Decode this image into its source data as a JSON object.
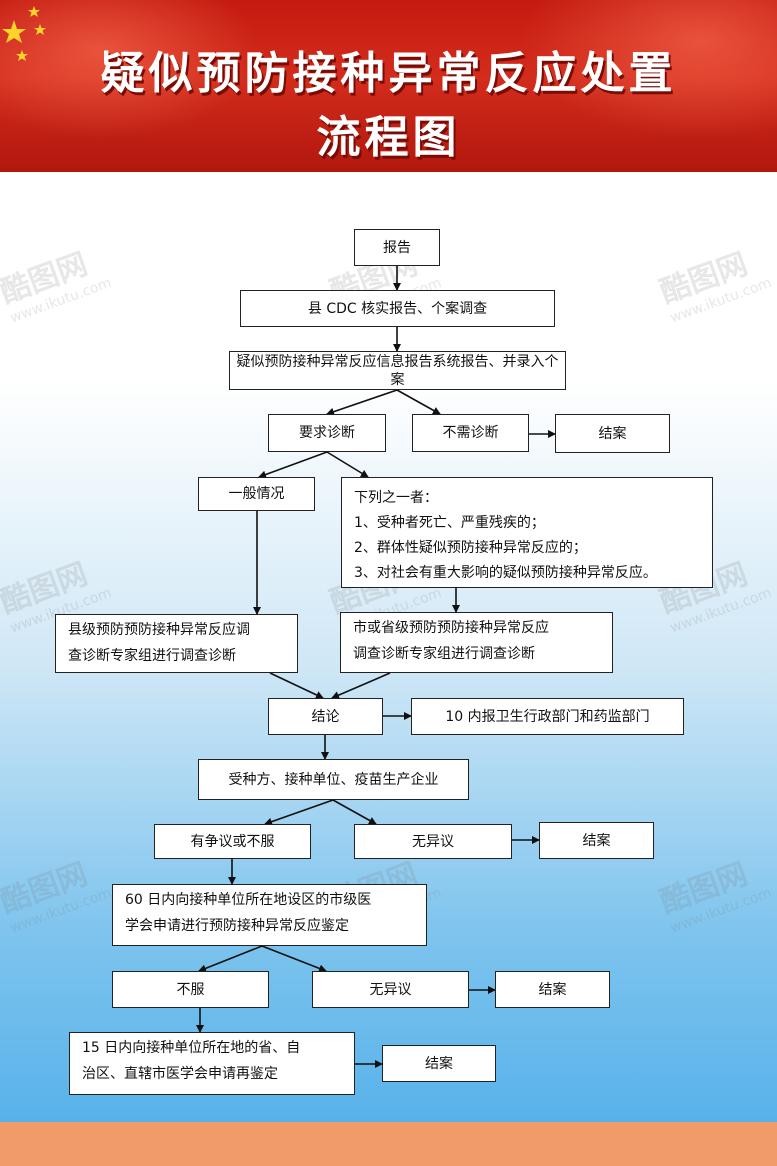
{
  "title": {
    "line1": "疑似预防接种异常反应处置",
    "line2": "流程图"
  },
  "watermark": {
    "brand": "酷图网",
    "url": "www.ikutu.com"
  },
  "colors": {
    "header_red": "#c41a10",
    "footer_orange": "#f19a6a",
    "background_blue": "#58b2ea",
    "box_border": "#222222"
  },
  "flow": {
    "report": "报告",
    "county_check": "县 CDC 核实报告、个案调查",
    "system_entry": "疑似预防接种异常反应信息报告系统报告、并录入个案",
    "need_diagnosis": "要求诊断",
    "no_diagnosis": "不需诊断",
    "close_1": "结案",
    "general": "一般情况",
    "serious": {
      "lead": "下列之一者：",
      "item1": "1、受种者死亡、严重残疾的；",
      "item2": "2、群体性疑似预防接种异常反应的；",
      "item3": "3、对社会有重大影响的疑似预防接种异常反应。"
    },
    "county_expert": {
      "line1": "县级预防预防接种异常反应调",
      "line2": "查诊断专家组进行调查诊断"
    },
    "city_expert": {
      "line1": "市或省级预防预防接种异常反应",
      "line2": "调查诊断专家组进行调查诊断"
    },
    "conclusion": "结论",
    "report_depts": "10 内报卫生行政部门和药监部门",
    "parties": "受种方、接种单位、疫苗生产企业",
    "dispute": "有争议或不服",
    "no_objection_1": "无异议",
    "close_2": "结案",
    "appraisal": {
      "line1": "60 日内向接种单位所在地设区的市级医",
      "line2": "学会申请进行预防接种异常反应鉴定"
    },
    "not_accept": "不服",
    "no_objection_2": "无异议",
    "close_3": "结案",
    "re_appraisal": {
      "line1": "15 日内向接种单位所在地的省、自",
      "line2": "治区、直辖市医学会申请再鉴定"
    },
    "close_4": "结案"
  }
}
